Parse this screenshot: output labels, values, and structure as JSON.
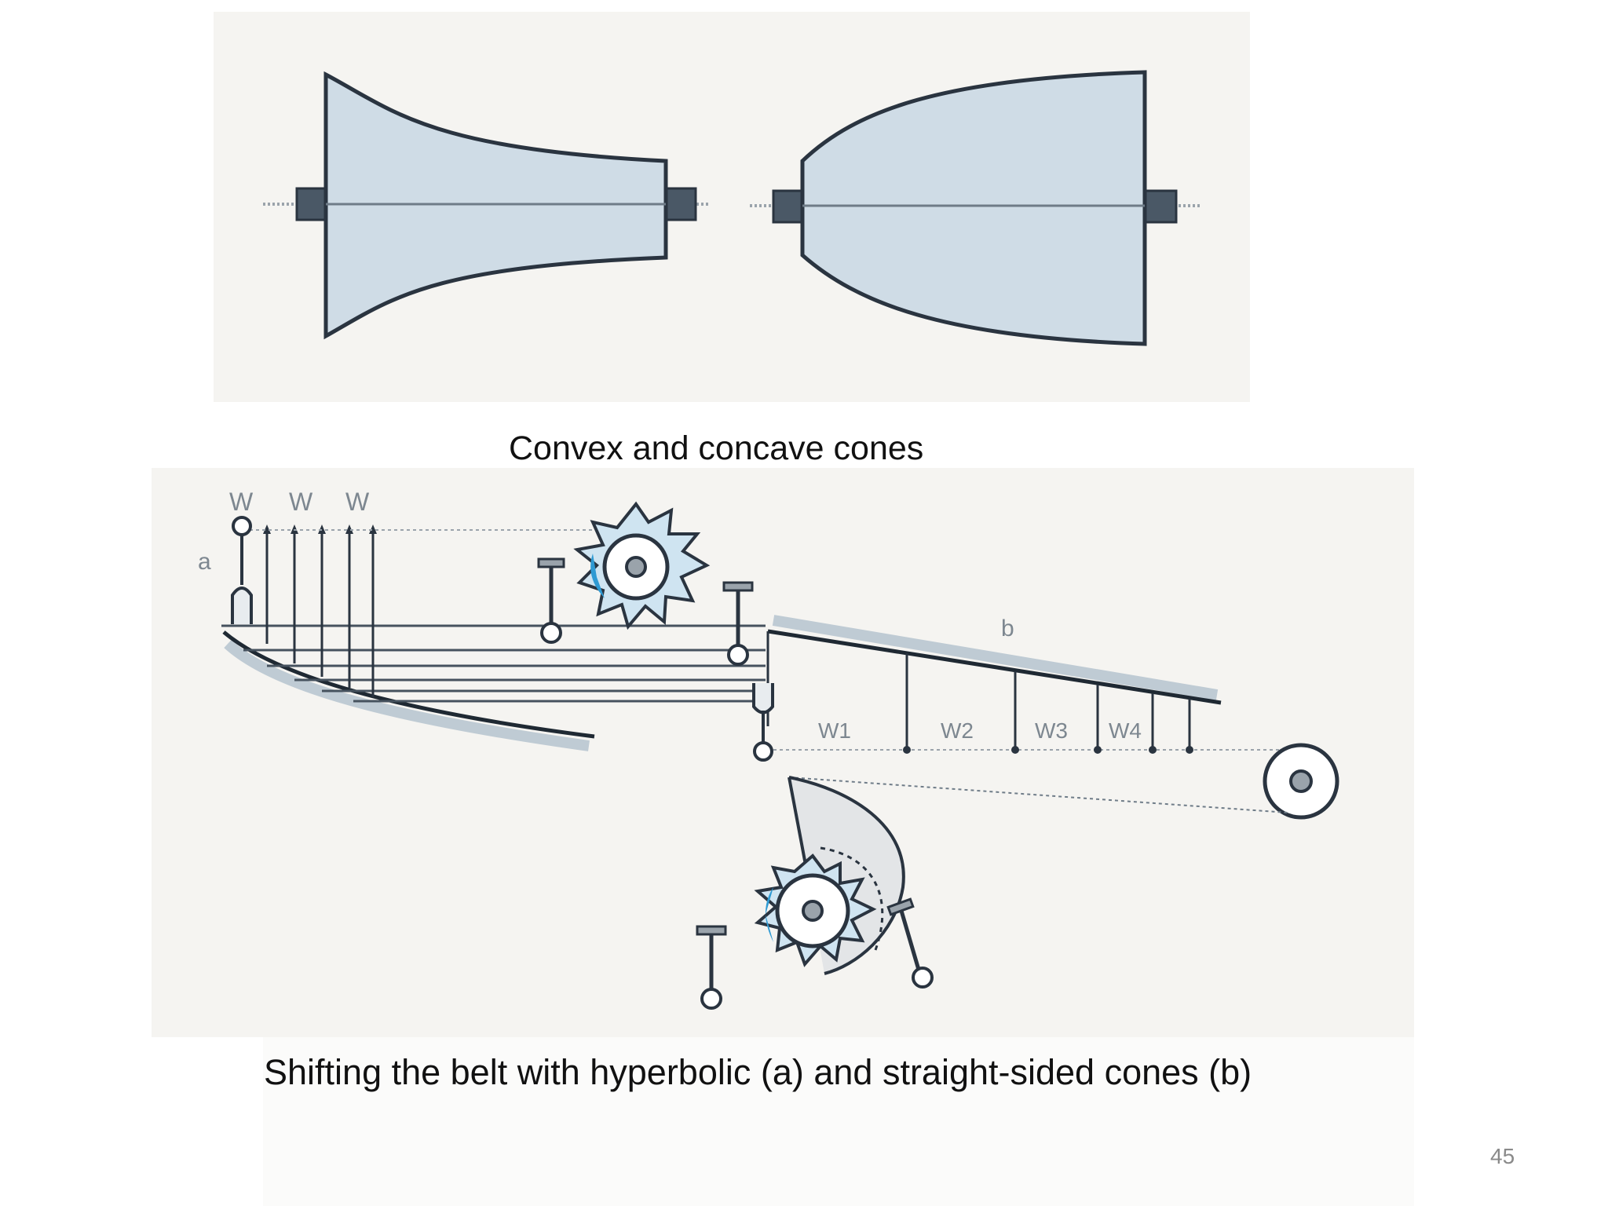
{
  "captions": {
    "top": "Convex and concave cones",
    "bottom": "Shifting the belt with hyperbolic (a) and straight-sided cones (b)"
  },
  "page_number": "45",
  "diagram_labels": {
    "w1": "W",
    "w2": "W",
    "w3": "W",
    "a": "a",
    "b": "b",
    "W1": "W1",
    "W2": "W2",
    "W3": "W3",
    "W4": "W4"
  },
  "colors": {
    "panel": "#f5f4f1",
    "cone_fill": "#cfdce6",
    "outline": "#2a3440",
    "accent": "#2f9ad3"
  }
}
